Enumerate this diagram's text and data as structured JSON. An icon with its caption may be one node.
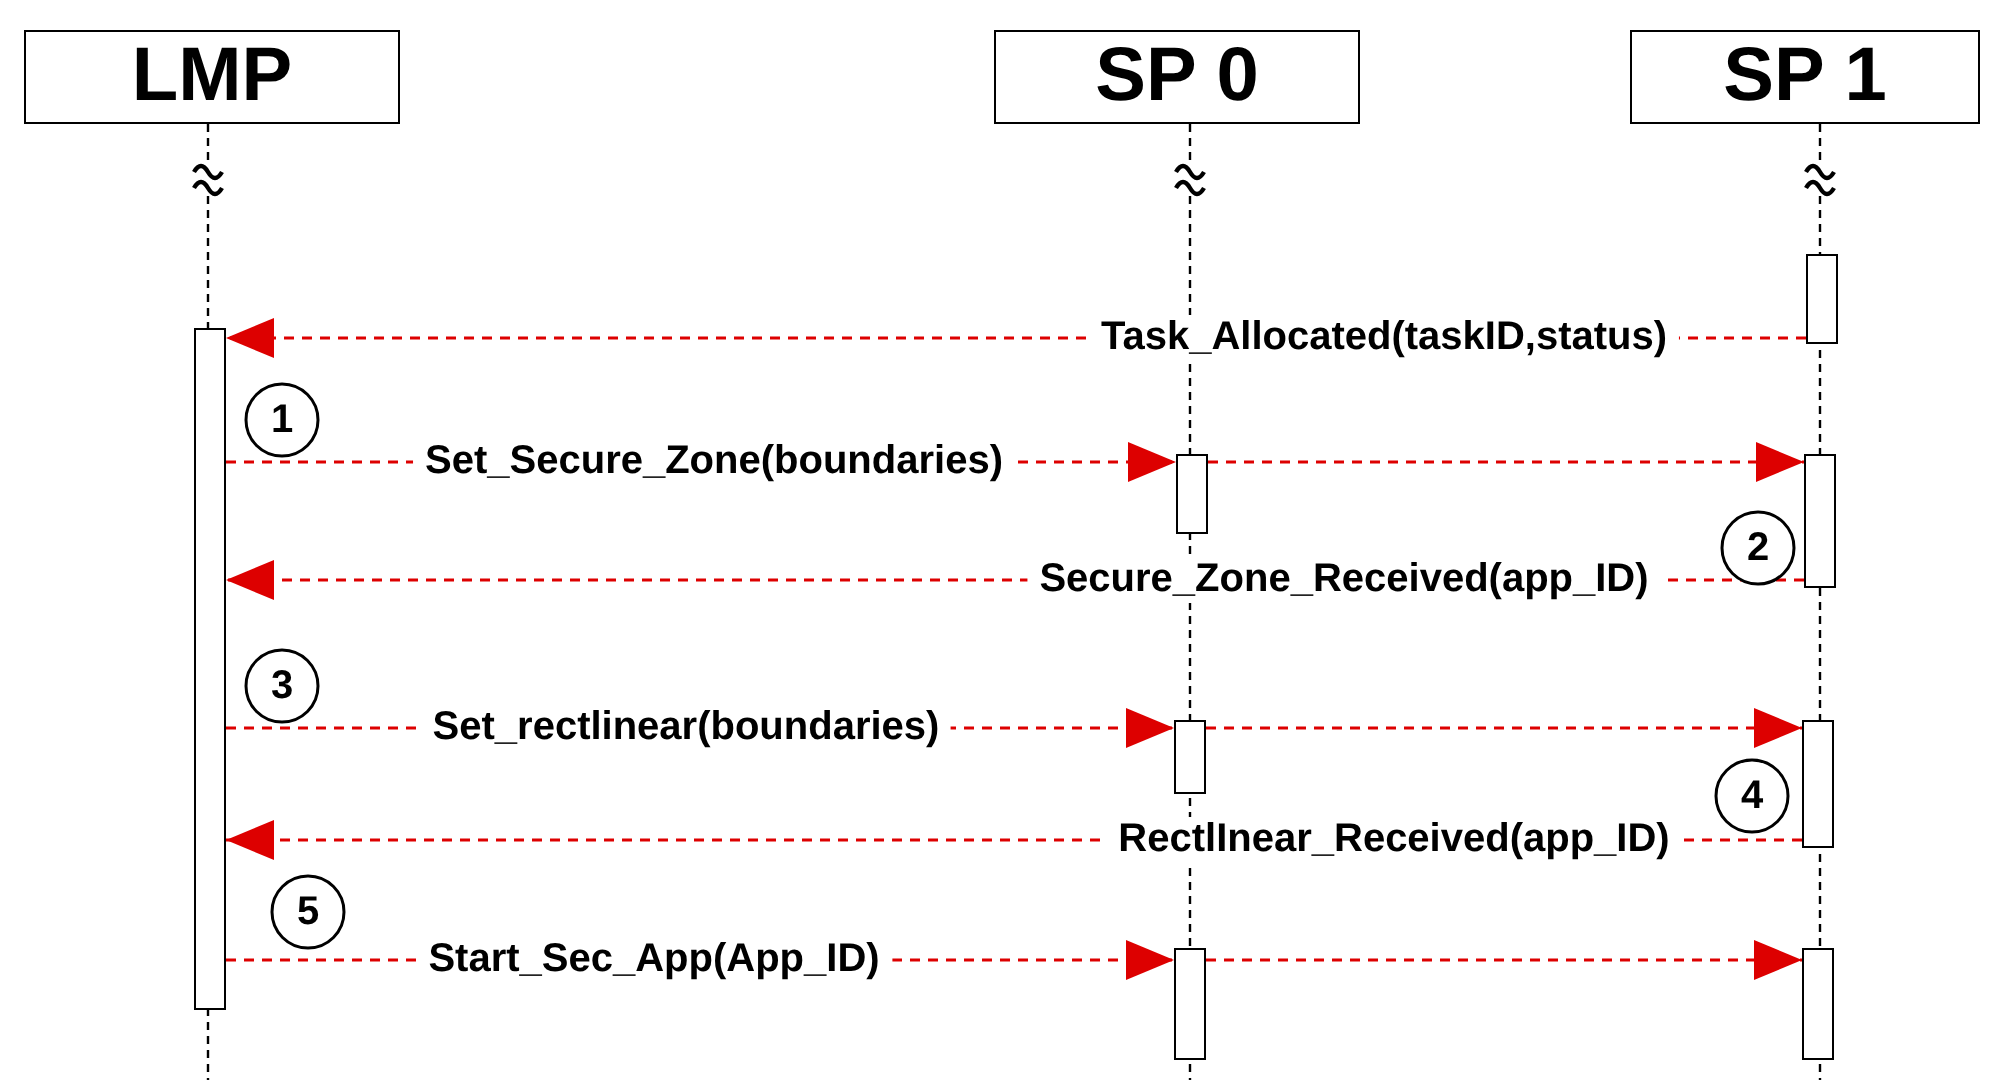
{
  "diagram": {
    "nodes": [
      {
        "text": [
          "LMP"
        ]
      },
      {
        "text": [
          "SP 0"
        ]
      },
      {
        "text": [
          "SP 1"
        ]
      },
      {
        "text": [],
        "shape": "bar"
      },
      {
        "text": [],
        "shape": "bar"
      },
      {
        "text": [],
        "shape": "bar"
      },
      {
        "text": [],
        "shape": "bar"
      },
      {
        "text": [],
        "shape": "bar"
      },
      {
        "text": [],
        "shape": "bar"
      },
      {
        "text": [],
        "shape": "bar"
      },
      {
        "text": [],
        "shape": "bar"
      },
      {
        "text": [
          "1"
        ]
      },
      {
        "text": [
          "2"
        ]
      },
      {
        "text": [
          "3"
        ]
      },
      {
        "text": [
          "4"
        ]
      },
      {
        "text": [
          "5"
        ]
      }
    ],
    "edges": [
      {
        "from": 3,
        "to": 4,
        "arrow": "to",
        "label": "Task_Allocated(taskID,status)",
        "style": "dashed"
      },
      {
        "from": 4,
        "to": 5,
        "arrow": "to",
        "label": "Set_Secure_Zone(boundaries)",
        "style": "dashed"
      },
      {
        "from": 5,
        "to": 6,
        "arrow": "to",
        "style": "dashed"
      },
      {
        "from": 6,
        "to": 4,
        "arrow": "to",
        "label": "Secure_Zone_Received(app_ID)",
        "style": "dashed"
      },
      {
        "from": 4,
        "to": 7,
        "arrow": "to",
        "label": "Set_rectlinear(boundaries)",
        "style": "dashed"
      },
      {
        "from": 7,
        "to": 8,
        "arrow": "to",
        "style": "dashed"
      },
      {
        "from": 8,
        "to": 4,
        "arrow": "to",
        "label": "RectlInear_Received(app_ID)",
        "style": "dashed"
      },
      {
        "from": 4,
        "to": 9,
        "arrow": "to",
        "label": "Start_Sec_App(App_ID)",
        "style": "dashed"
      },
      {
        "from": 9,
        "to": 10,
        "arrow": "to",
        "style": "dashed"
      }
    ]
  }
}
